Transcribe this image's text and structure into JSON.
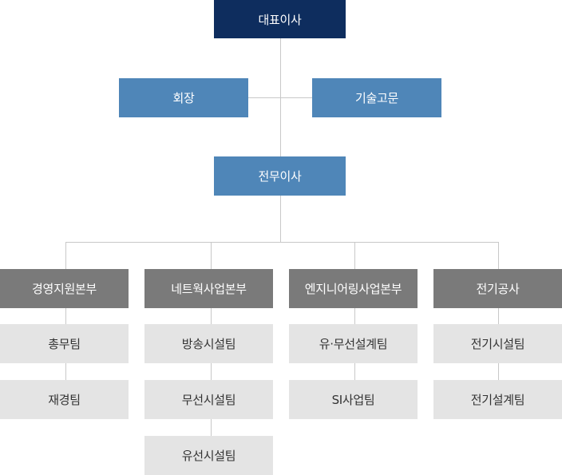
{
  "ceo": {
    "label": "대표이사"
  },
  "chairman": {
    "label": "회장"
  },
  "advisor": {
    "label": "기술고문"
  },
  "managing_director": {
    "label": "전무이사"
  },
  "divisions": [
    {
      "label": "경영지원본부",
      "teams": [
        "총무팀",
        "재경팀"
      ]
    },
    {
      "label": "네트웍사업본부",
      "teams": [
        "방송시설팀",
        "무선시설팀",
        "유선시설팀"
      ]
    },
    {
      "label": "엔지니어링사업본부",
      "teams": [
        "유·무선설계팀",
        "SI사업팀"
      ]
    },
    {
      "label": "전기공사",
      "teams": [
        "전기시설팀",
        "전기설계팀"
      ]
    }
  ]
}
